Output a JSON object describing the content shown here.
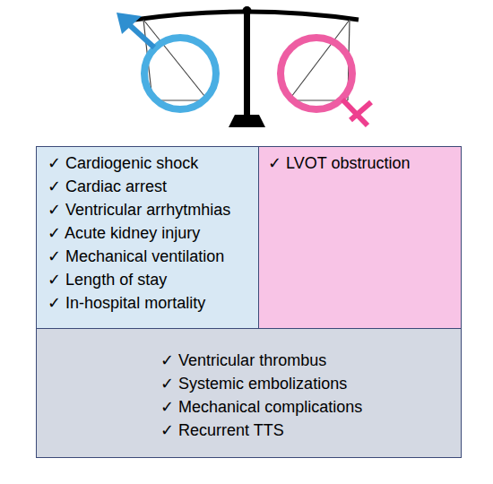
{
  "diagram": {
    "nodes": [
      {
        "text": [
          "✓ Cardiogenic shock",
          "✓ Cardiac arrest",
          "✓ Ventricular arrhytmhias",
          "✓ Acute kidney injury",
          "✓ Mechanical ventilation",
          "✓ Length of stay",
          "✓ In-hospital mortality"
        ]
      },
      {
        "text": [
          "✓ LVOT obstruction"
        ]
      },
      {
        "text": [
          "✓ Ventricular thrombus",
          "✓ Systemic embolizations",
          "✓ Mechanical complications",
          "✓ Recurrent TTS"
        ]
      }
    ]
  }
}
